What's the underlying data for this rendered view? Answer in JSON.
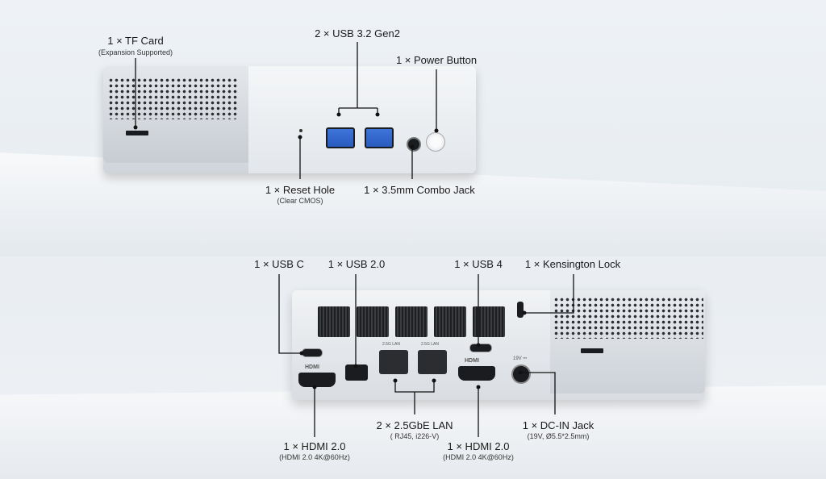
{
  "front": {
    "tf_card": {
      "label": "1 × TF Card",
      "sub": "(Expansion Supported)"
    },
    "usb32": {
      "label": "2 × USB 3.2 Gen2"
    },
    "power": {
      "label": "1 × Power Button"
    },
    "reset": {
      "label": "1 × Reset Hole",
      "sub": "(Clear CMOS)"
    },
    "jack": {
      "label": "1 × 3.5mm Combo Jack"
    }
  },
  "rear": {
    "usbc": {
      "label": "1 × USB C"
    },
    "usb20": {
      "label": "1 × USB 2.0"
    },
    "usb4": {
      "label": "1 × USB 4"
    },
    "kensington": {
      "label": "1 × Kensington Lock"
    },
    "lan": {
      "label": "2 × 2.5GbE LAN",
      "sub": "( RJ45, i226-V)"
    },
    "hdmi1": {
      "label": "1 × HDMI 2.0",
      "sub": "(HDMI 2.0  4K@60Hz)"
    },
    "hdmi2": {
      "label": "1 × HDMI 2.0",
      "sub": "(HDMI 2.0  4K@60Hz)"
    },
    "dcin": {
      "label": "1 × DC-IN Jack",
      "sub": "(19V, Ø5.5*2.5mm)"
    }
  },
  "port_marks": {
    "lan1": "2.5G LAN",
    "lan2": "2.5G LAN",
    "dc": "19V ⎓",
    "hdmi": "HDMI"
  }
}
